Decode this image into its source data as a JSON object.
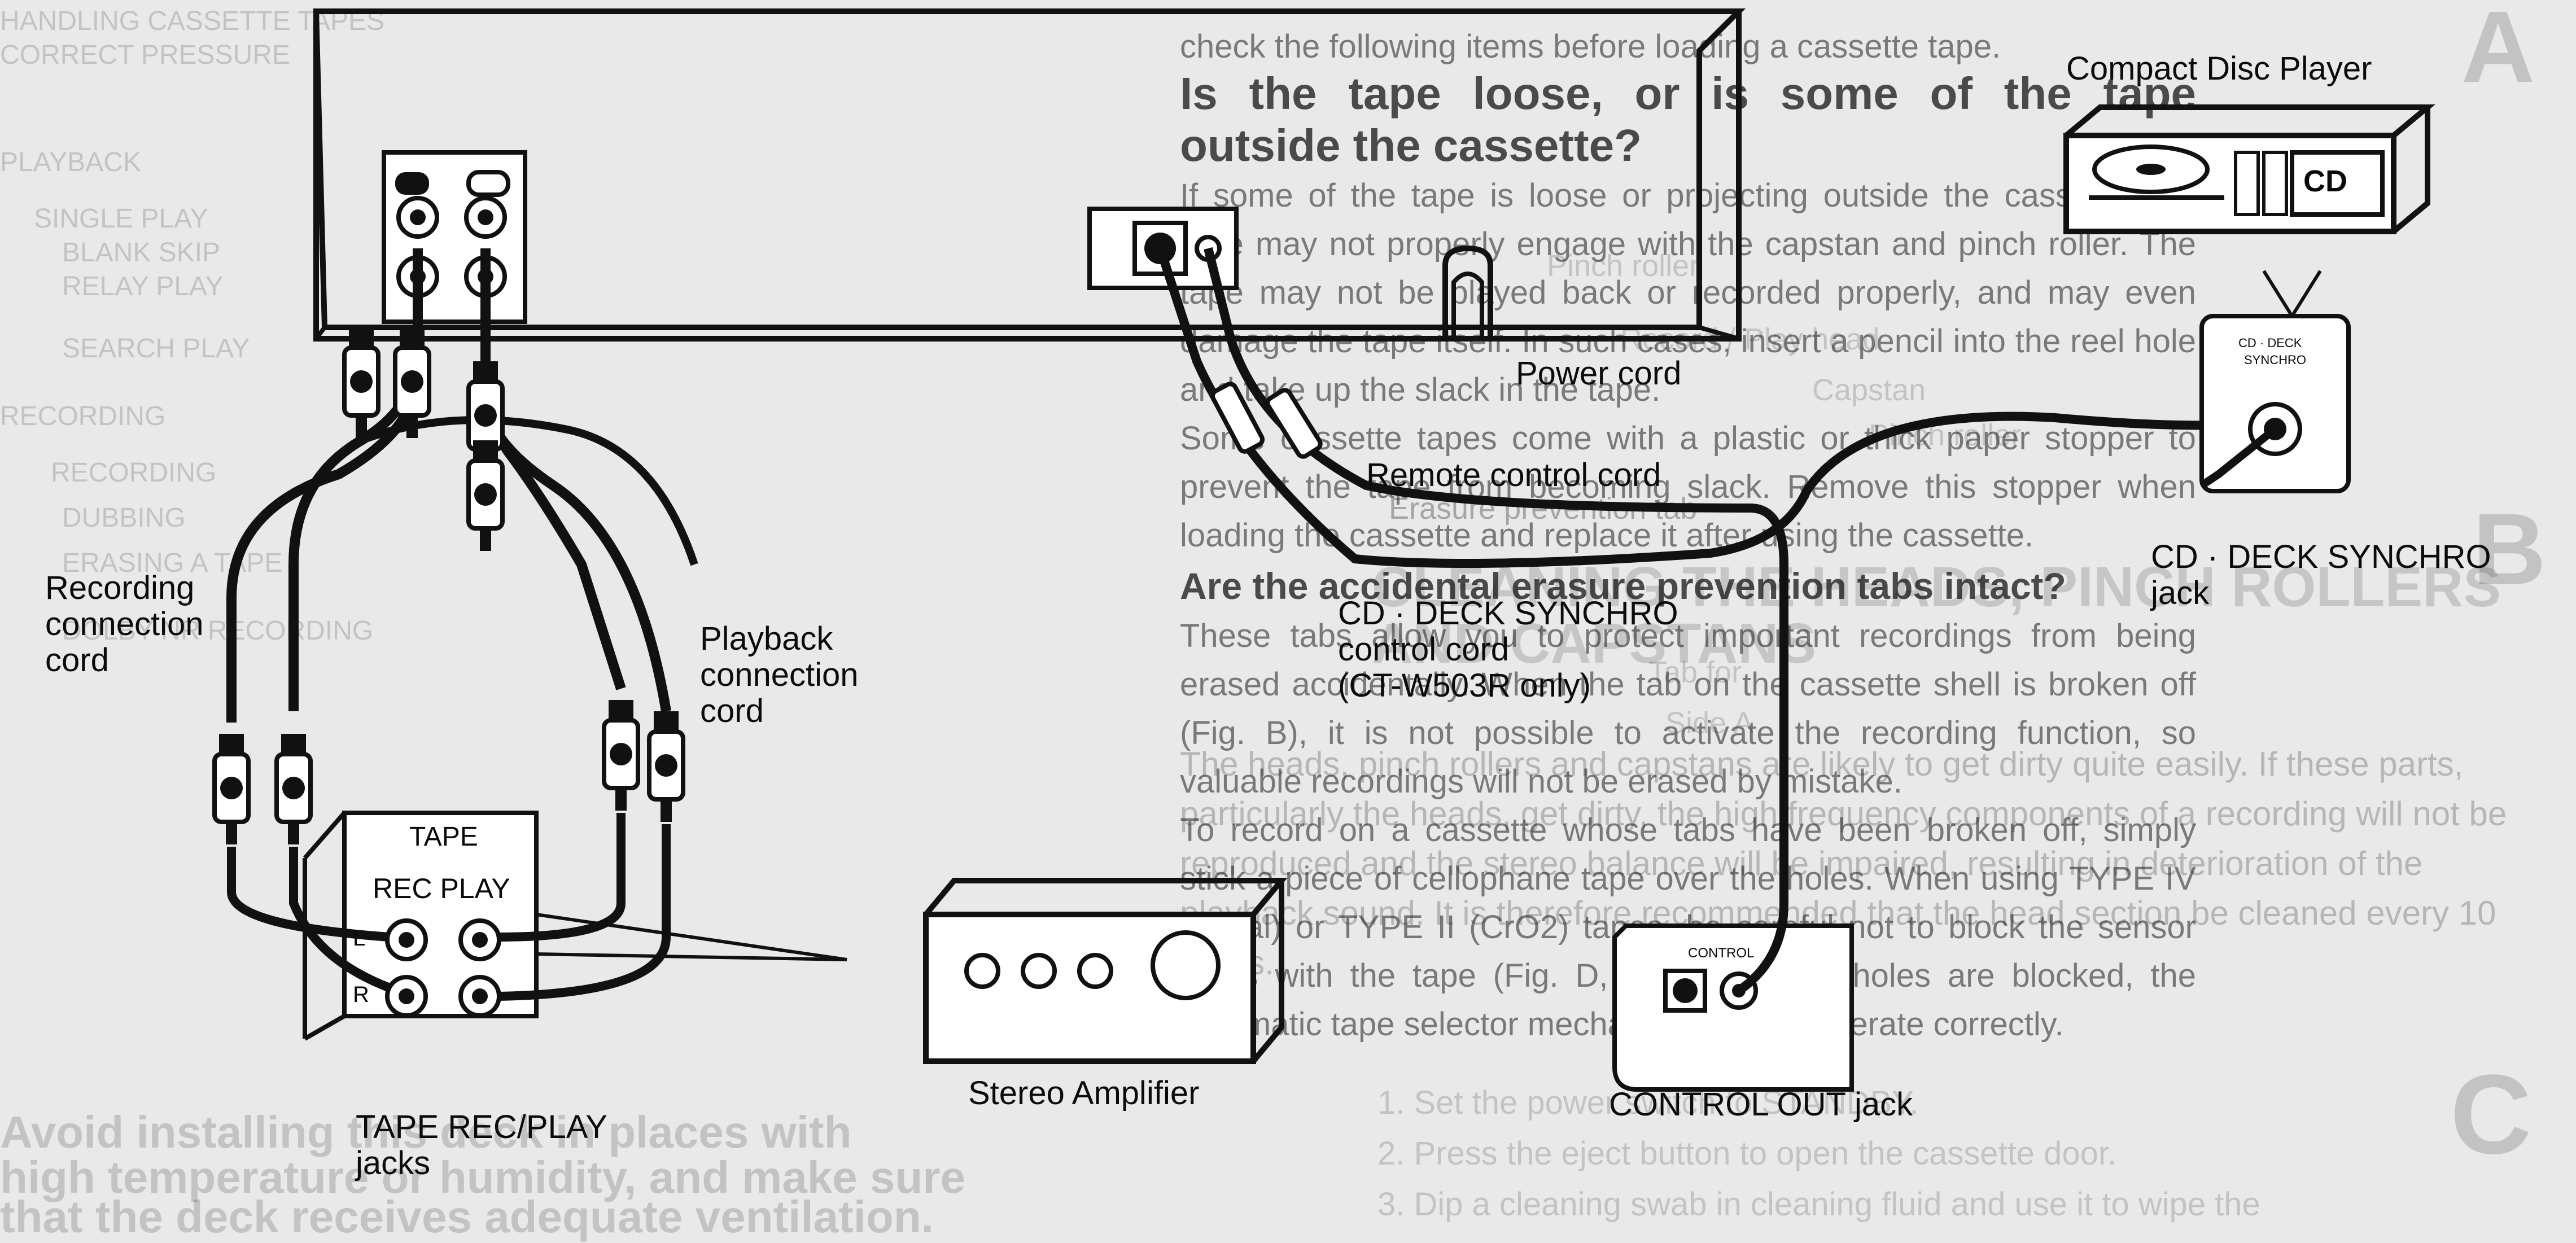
{
  "labels": {
    "compact_disc_player": "Compact Disc Player",
    "power_cord": "Power cord",
    "remote_control_cord": "Remote control cord",
    "cd_deck_synchro_jack": [
      "CD · DECK SYNCHRO",
      "jack"
    ],
    "cd_deck_synchro_cord": [
      "CD · DECK SYNCHRO",
      "control cord",
      "(CT-W503R only)"
    ],
    "recording_connection_cord": [
      "Recording",
      "connection",
      "cord"
    ],
    "playback_connection_cord": [
      "Playback",
      "connection",
      "cord"
    ],
    "tape_rec_play_jacks": [
      "TAPE REC/PLAY",
      "jacks"
    ],
    "stereo_amplifier": "Stereo Amplifier",
    "control_out_jack": "CONTROL OUT jack",
    "cd_button": "CD",
    "synchro_badge": [
      "CD · DECK",
      "SYNCHRO"
    ],
    "control_small": "CONTROL",
    "tape_panel_title": "TAPE",
    "tape_panel_rec_play": "REC PLAY",
    "tape_panel_L": "L",
    "tape_panel_R": "R"
  },
  "bleed_text": {
    "intro": "check the following items before loading a cassette tape.",
    "heading1": "Is the tape loose, or is some of the tape outside the cassette?",
    "para1": "If some of the tape is loose or projecting outside the cassette, the tape may not properly engage with the capstan and pinch roller. The tape may not be played back or recorded properly, and may even damage the tape itself. In such cases, insert a pencil into the reel hole and take up the slack in the tape.",
    "para2": "Some cassette tapes come with a plastic or thick paper stopper to prevent the tape from becoming slack. Remove this stopper when loading the cassette and replace it after using the cassette.",
    "heading2": "Are the accidental erasure prevention tabs intact?",
    "para3": "These tabs allow you to protect important recordings from being erased accidentally. When the tab on the cassette shell is broken off (Fig. B), it is not possible to activate the recording function, so valuable recordings will not be erased by mistake.",
    "para4": "To record on a cassette whose tabs have been broken off, simply stick a piece of cellophane tape over the holes. When using TYPE IV (Metal) or TYPE II (CrO2) tapes, be careful not to block the sensor holes with the tape (Fig. D, Fig. E). If the holes are blocked, the automatic tape selector mechanism will not operate correctly."
  },
  "ghost_text": {
    "left_menu": [
      "HANDLING CASSETTE TAPES",
      "CORRECT PRESSURE",
      "PLAYBACK",
      "SINGLE PLAY",
      "BLANK SKIP",
      "RELAY PLAY",
      "SEARCH PLAY",
      "RECORDING",
      "RECORDING",
      "DUBBING",
      "ERASING A TAPE",
      "DOLBY NR RECORDING"
    ],
    "right_upper": [
      "Pinch roller",
      "Record / Play head",
      "Capstan",
      "Pinch roller",
      "Erasure prevention tab"
    ],
    "right_heading": "CLEANING THE HEADS, PINCH ROLLERS AND CAPSTANS",
    "right_tab": [
      "Tab for",
      "Side A"
    ],
    "right_para": "The heads, pinch rollers and capstans are likely to get dirty quite easily. If these parts, particularly the heads, get dirty, the high frequency components of a recording will not be reproduced and the stereo balance will be impaired, resulting in deterioration of the playback sound. It is therefore recommended that the head section be cleaned every 10 hours.",
    "right_steps": [
      "1. Set the power switch to STANDBY.",
      "2. Press the eject button to open the cassette door.",
      "3. Dip a cleaning swab in cleaning fluid and use it to wipe the"
    ],
    "bottom_left": [
      "Avoid installing this deck in places with",
      "high temperature or humidity, and make sure",
      "that the deck receives adequate ventilation."
    ],
    "figure_letters": [
      "A",
      "B",
      "C"
    ]
  }
}
